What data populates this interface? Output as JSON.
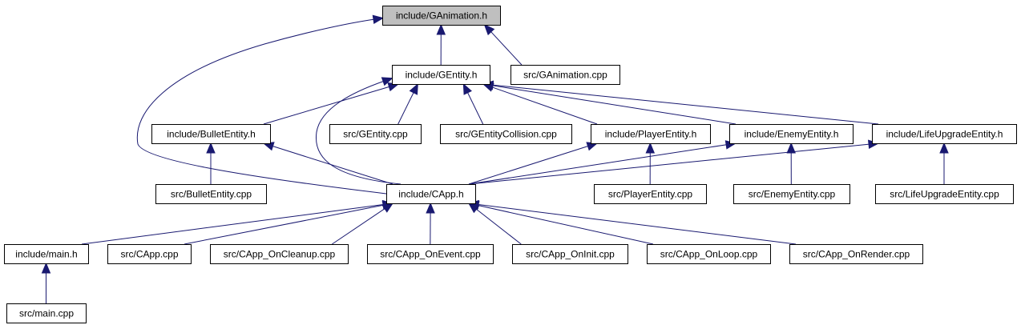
{
  "graph": {
    "nodes": [
      {
        "id": "ganimation_h",
        "label": "include/GAnimation.h",
        "root": true
      },
      {
        "id": "gentity_h",
        "label": "include/GEntity.h"
      },
      {
        "id": "ganimation_cpp",
        "label": "src/GAnimation.cpp"
      },
      {
        "id": "bulletentity_h",
        "label": "include/BulletEntity.h"
      },
      {
        "id": "gentity_cpp",
        "label": "src/GEntity.cpp"
      },
      {
        "id": "gentitycollision_cpp",
        "label": "src/GEntityCollision.cpp"
      },
      {
        "id": "playerentity_h",
        "label": "include/PlayerEntity.h"
      },
      {
        "id": "enemyentity_h",
        "label": "include/EnemyEntity.h"
      },
      {
        "id": "lifeupgradeentity_h",
        "label": "include/LifeUpgradeEntity.h"
      },
      {
        "id": "bulletentity_cpp",
        "label": "src/BulletEntity.cpp"
      },
      {
        "id": "capp_h",
        "label": "include/CApp.h"
      },
      {
        "id": "playerentity_cpp",
        "label": "src/PlayerEntity.cpp"
      },
      {
        "id": "enemyentity_cpp",
        "label": "src/EnemyEntity.cpp"
      },
      {
        "id": "lifeupgradeentity_cpp",
        "label": "src/LifeUpgradeEntity.cpp"
      },
      {
        "id": "main_h",
        "label": "include/main.h"
      },
      {
        "id": "capp_cpp",
        "label": "src/CApp.cpp"
      },
      {
        "id": "capp_oncleanup_cpp",
        "label": "src/CApp_OnCleanup.cpp"
      },
      {
        "id": "capp_onevent_cpp",
        "label": "src/CApp_OnEvent.cpp"
      },
      {
        "id": "capp_oninit_cpp",
        "label": "src/CApp_OnInit.cpp"
      },
      {
        "id": "capp_onloop_cpp",
        "label": "src/CApp_OnLoop.cpp"
      },
      {
        "id": "capp_onrender_cpp",
        "label": "src/CApp_OnRender.cpp"
      },
      {
        "id": "main_cpp",
        "label": "src/main.cpp"
      }
    ],
    "edges": [
      {
        "from": "gentity_h",
        "to": "ganimation_h"
      },
      {
        "from": "ganimation_cpp",
        "to": "ganimation_h"
      },
      {
        "from": "capp_h",
        "to": "ganimation_h"
      },
      {
        "from": "bulletentity_h",
        "to": "gentity_h"
      },
      {
        "from": "gentity_cpp",
        "to": "gentity_h"
      },
      {
        "from": "gentitycollision_cpp",
        "to": "gentity_h"
      },
      {
        "from": "playerentity_h",
        "to": "gentity_h"
      },
      {
        "from": "enemyentity_h",
        "to": "gentity_h"
      },
      {
        "from": "lifeupgradeentity_h",
        "to": "gentity_h"
      },
      {
        "from": "capp_h",
        "to": "gentity_h"
      },
      {
        "from": "bulletentity_cpp",
        "to": "bulletentity_h"
      },
      {
        "from": "capp_h",
        "to": "bulletentity_h"
      },
      {
        "from": "capp_h",
        "to": "playerentity_h"
      },
      {
        "from": "playerentity_cpp",
        "to": "playerentity_h"
      },
      {
        "from": "capp_h",
        "to": "enemyentity_h"
      },
      {
        "from": "enemyentity_cpp",
        "to": "enemyentity_h"
      },
      {
        "from": "capp_h",
        "to": "lifeupgradeentity_h"
      },
      {
        "from": "lifeupgradeentity_cpp",
        "to": "lifeupgradeentity_h"
      },
      {
        "from": "main_h",
        "to": "capp_h"
      },
      {
        "from": "capp_cpp",
        "to": "capp_h"
      },
      {
        "from": "capp_oncleanup_cpp",
        "to": "capp_h"
      },
      {
        "from": "capp_onevent_cpp",
        "to": "capp_h"
      },
      {
        "from": "capp_oninit_cpp",
        "to": "capp_h"
      },
      {
        "from": "capp_onloop_cpp",
        "to": "capp_h"
      },
      {
        "from": "capp_onrender_cpp",
        "to": "capp_h"
      },
      {
        "from": "main_cpp",
        "to": "main_h"
      }
    ]
  },
  "colors": {
    "edge": "#191970",
    "root_fill": "#bfbfbf",
    "node_fill": "#ffffff",
    "node_border": "#000000"
  }
}
